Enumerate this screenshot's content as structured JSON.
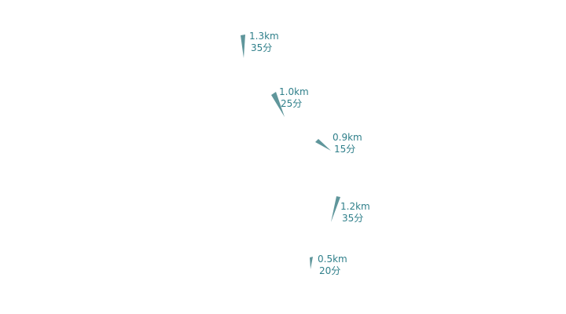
{
  "route": {
    "color": "#5f969b",
    "label_color": "#2f7f8a",
    "segments": [
      {
        "distance": "1.3km",
        "duration": "35分"
      },
      {
        "distance": "1.0km",
        "duration": "25分"
      },
      {
        "distance": "0.9km",
        "duration": "15分"
      },
      {
        "distance": "1.2km",
        "duration": "35分"
      },
      {
        "distance": "0.5km",
        "duration": "20分"
      }
    ]
  }
}
